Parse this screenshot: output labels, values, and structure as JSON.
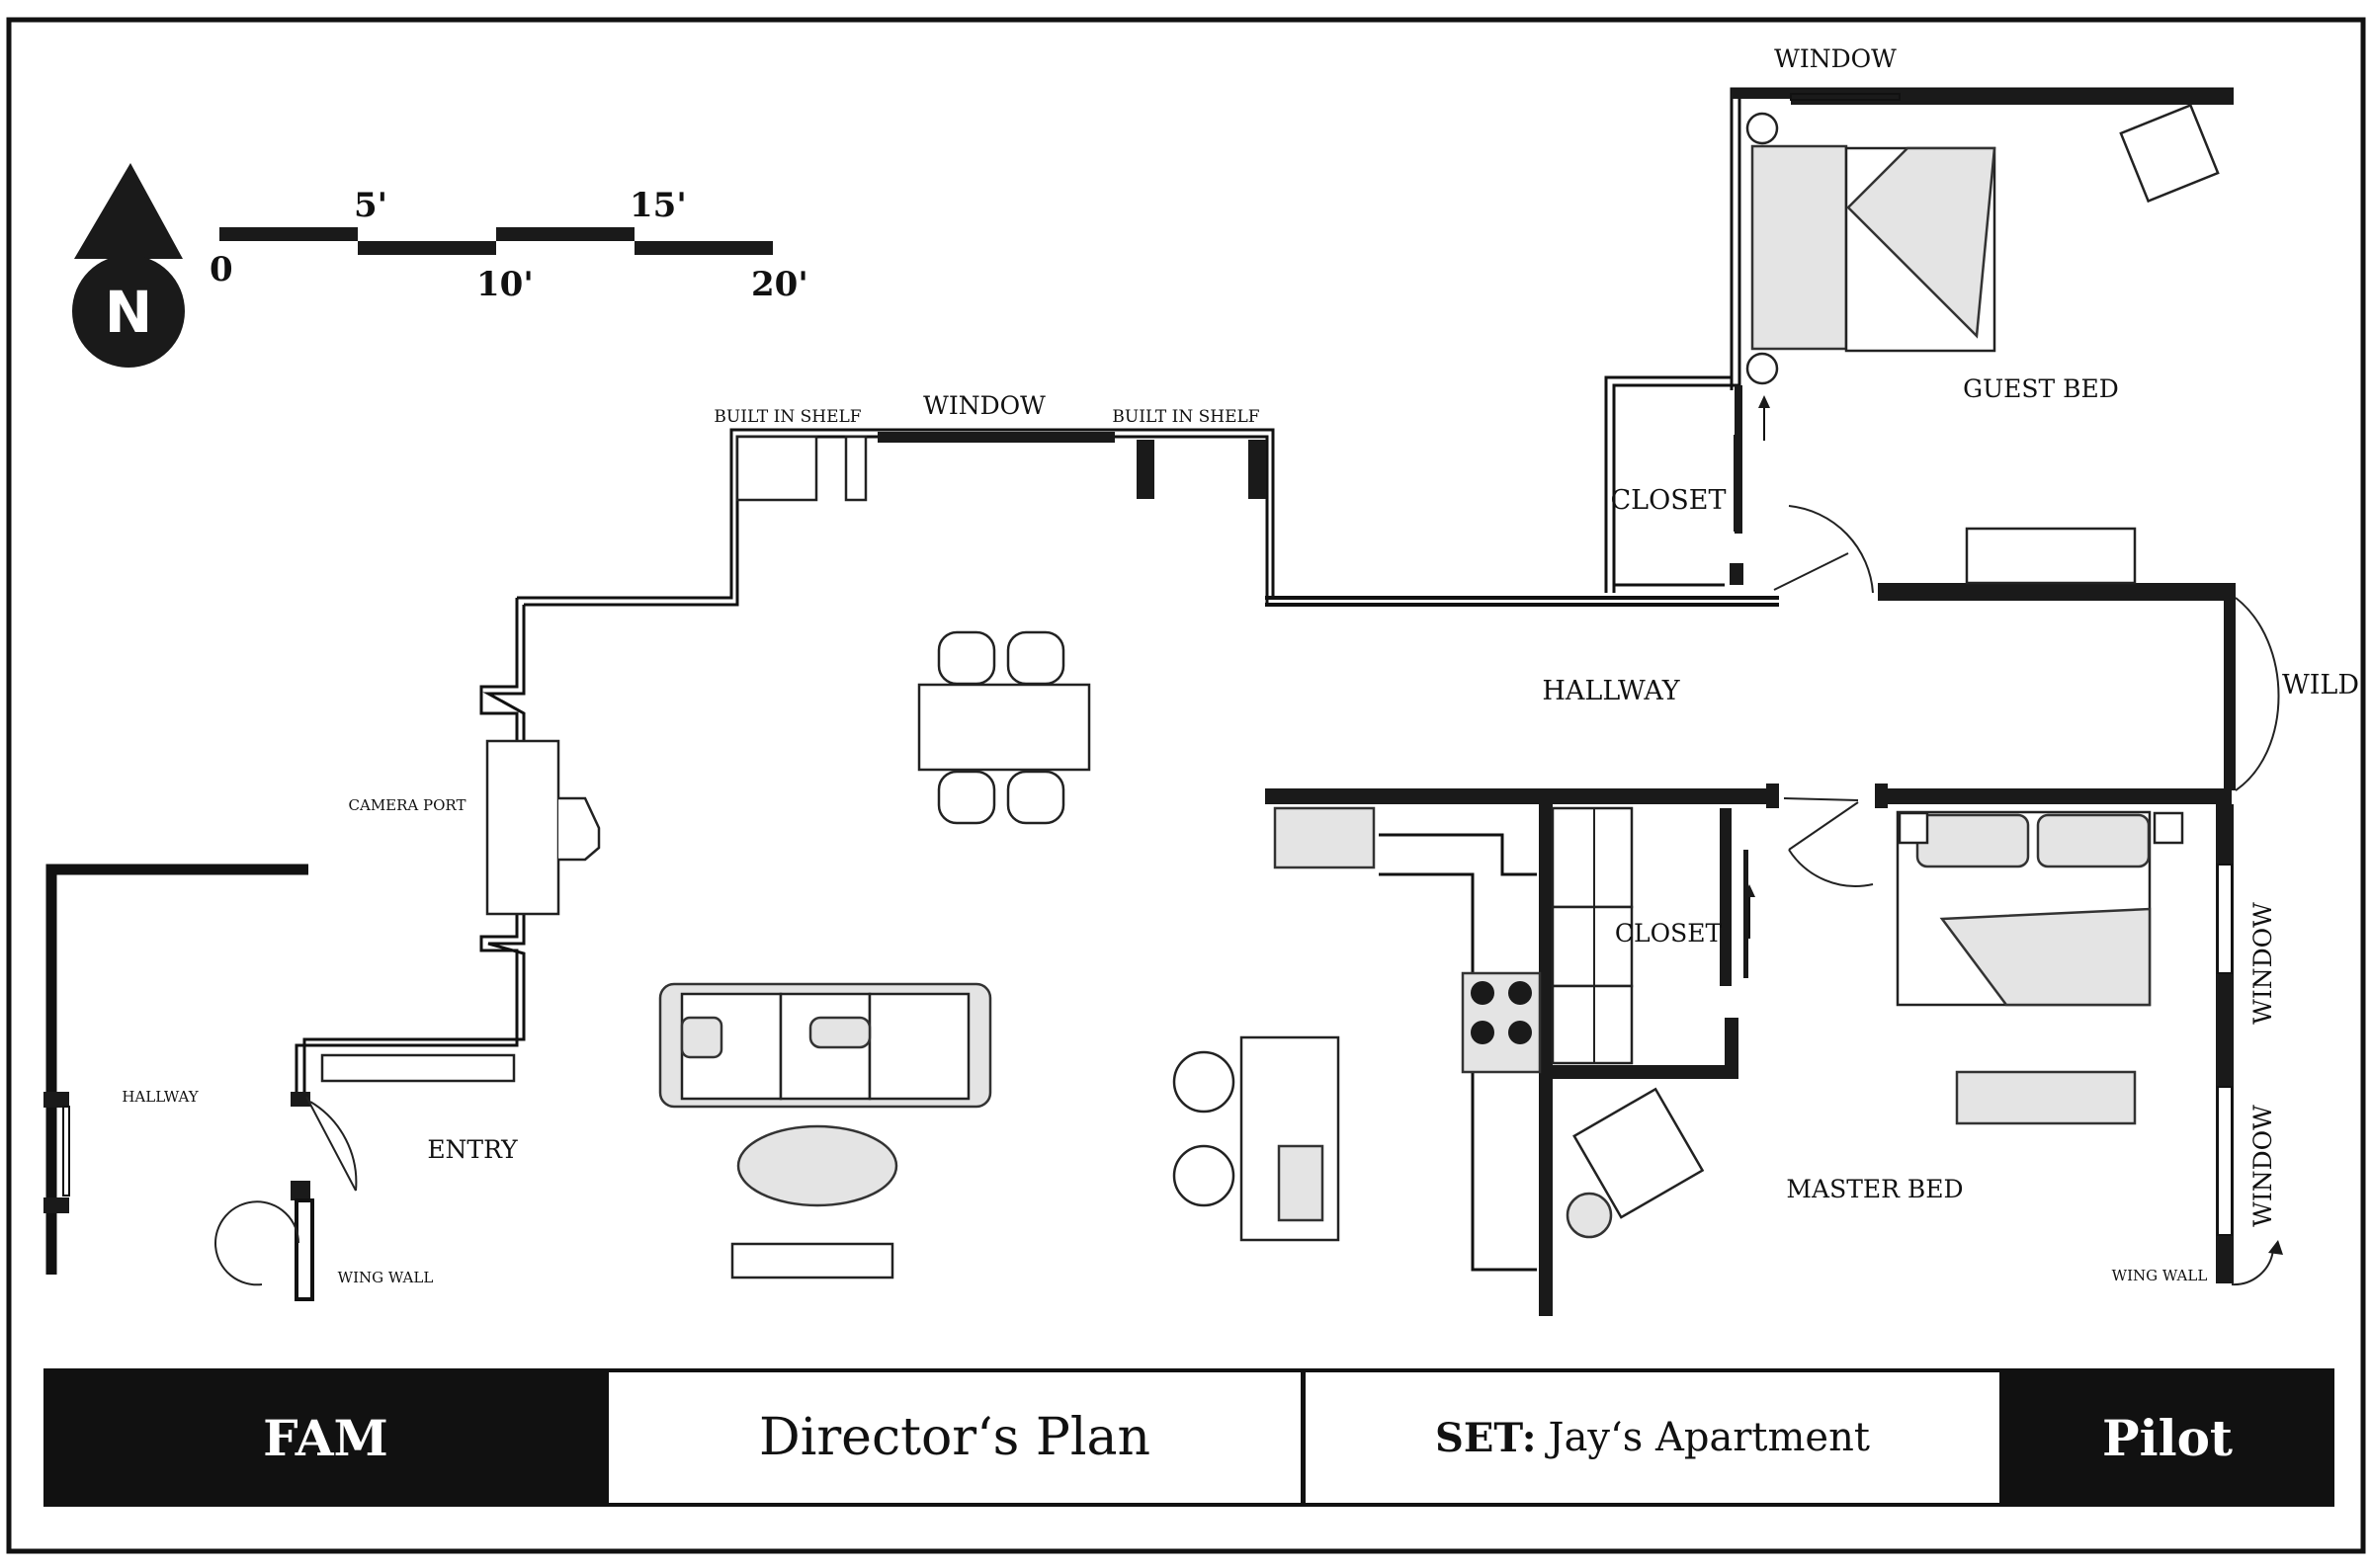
{
  "rooms": {
    "hallway_main": "HALLWAY",
    "hallway_side": "HALLWAY",
    "entry": "ENTRY",
    "guest_bed": "GUEST BED",
    "master_bed": "MASTER BED",
    "closet_guest": "CLOSET",
    "closet_master": "CLOSET"
  },
  "labels": {
    "window_top": "WINDOW",
    "window_living": "WINDOW",
    "window_master_1": "WINDOW",
    "window_master_2": "WINDOW",
    "built_in_shelf_left": "BUILT IN SHELF",
    "built_in_shelf_right": "BUILT IN SHELF",
    "camera_port": "CAMERA PORT",
    "wild": "WILD",
    "wing_wall_left": "WING WALL",
    "wing_wall_right": "WING WALL"
  },
  "scale_bar": {
    "ticks_top": [
      "5'",
      "15'"
    ],
    "ticks_bottom": [
      "0",
      "10'",
      "20'"
    ]
  },
  "north_arrow": {
    "letter": "N",
    "icon": "north-arrow-icon"
  },
  "title_block": {
    "show": "FAM",
    "plan_title": "Director‘s Plan",
    "set_label": "SET:",
    "set_name": "Jay‘s Apartment",
    "episode": "Pilot"
  },
  "colors": {
    "ink": "#111111",
    "paper": "#ffffff"
  }
}
